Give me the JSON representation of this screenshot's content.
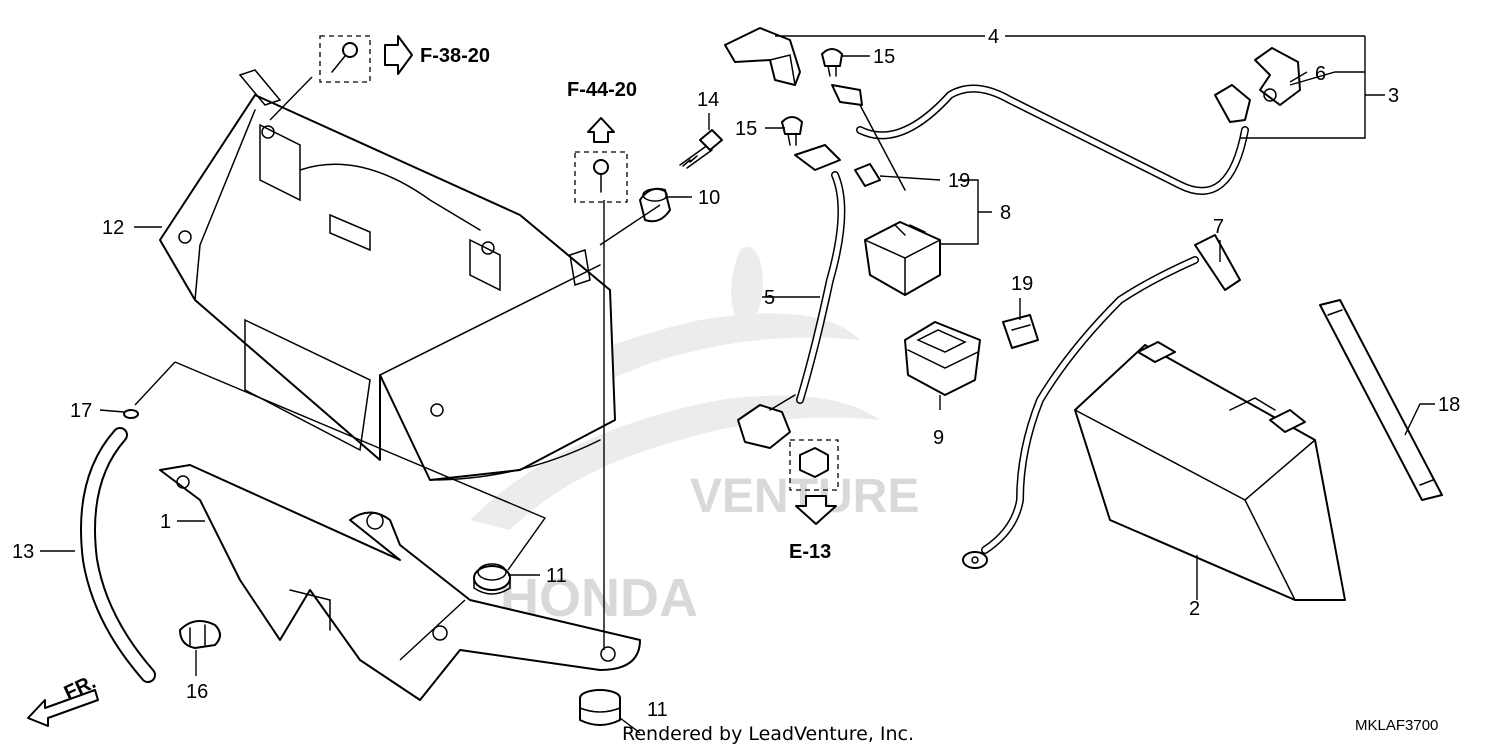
{
  "callouts": {
    "c1": "1",
    "c2": "2",
    "c3": "3",
    "c4": "4",
    "c5": "5",
    "c6": "6",
    "c7": "7",
    "c8": "8",
    "c9": "9",
    "c10": "10",
    "c11a": "11",
    "c11b": "11",
    "c12": "12",
    "c13": "13",
    "c14": "14",
    "c15a": "15",
    "c15b": "15",
    "c16": "16",
    "c17": "17",
    "c18": "18",
    "c19a": "19",
    "c19b": "19"
  },
  "references": {
    "f3820": "F-38-20",
    "f4420": "F-44-20",
    "e13": "E-13"
  },
  "direction_label": "FR.",
  "watermark": {
    "text1": "VENTURE",
    "text2": "HONDA"
  },
  "footer": {
    "credit": "Rendered by LeadVenture, Inc.",
    "diagram_code": "MKLAF3700"
  },
  "colors": {
    "line": "#000000",
    "background": "#ffffff",
    "watermark": "#d9d9d9"
  }
}
